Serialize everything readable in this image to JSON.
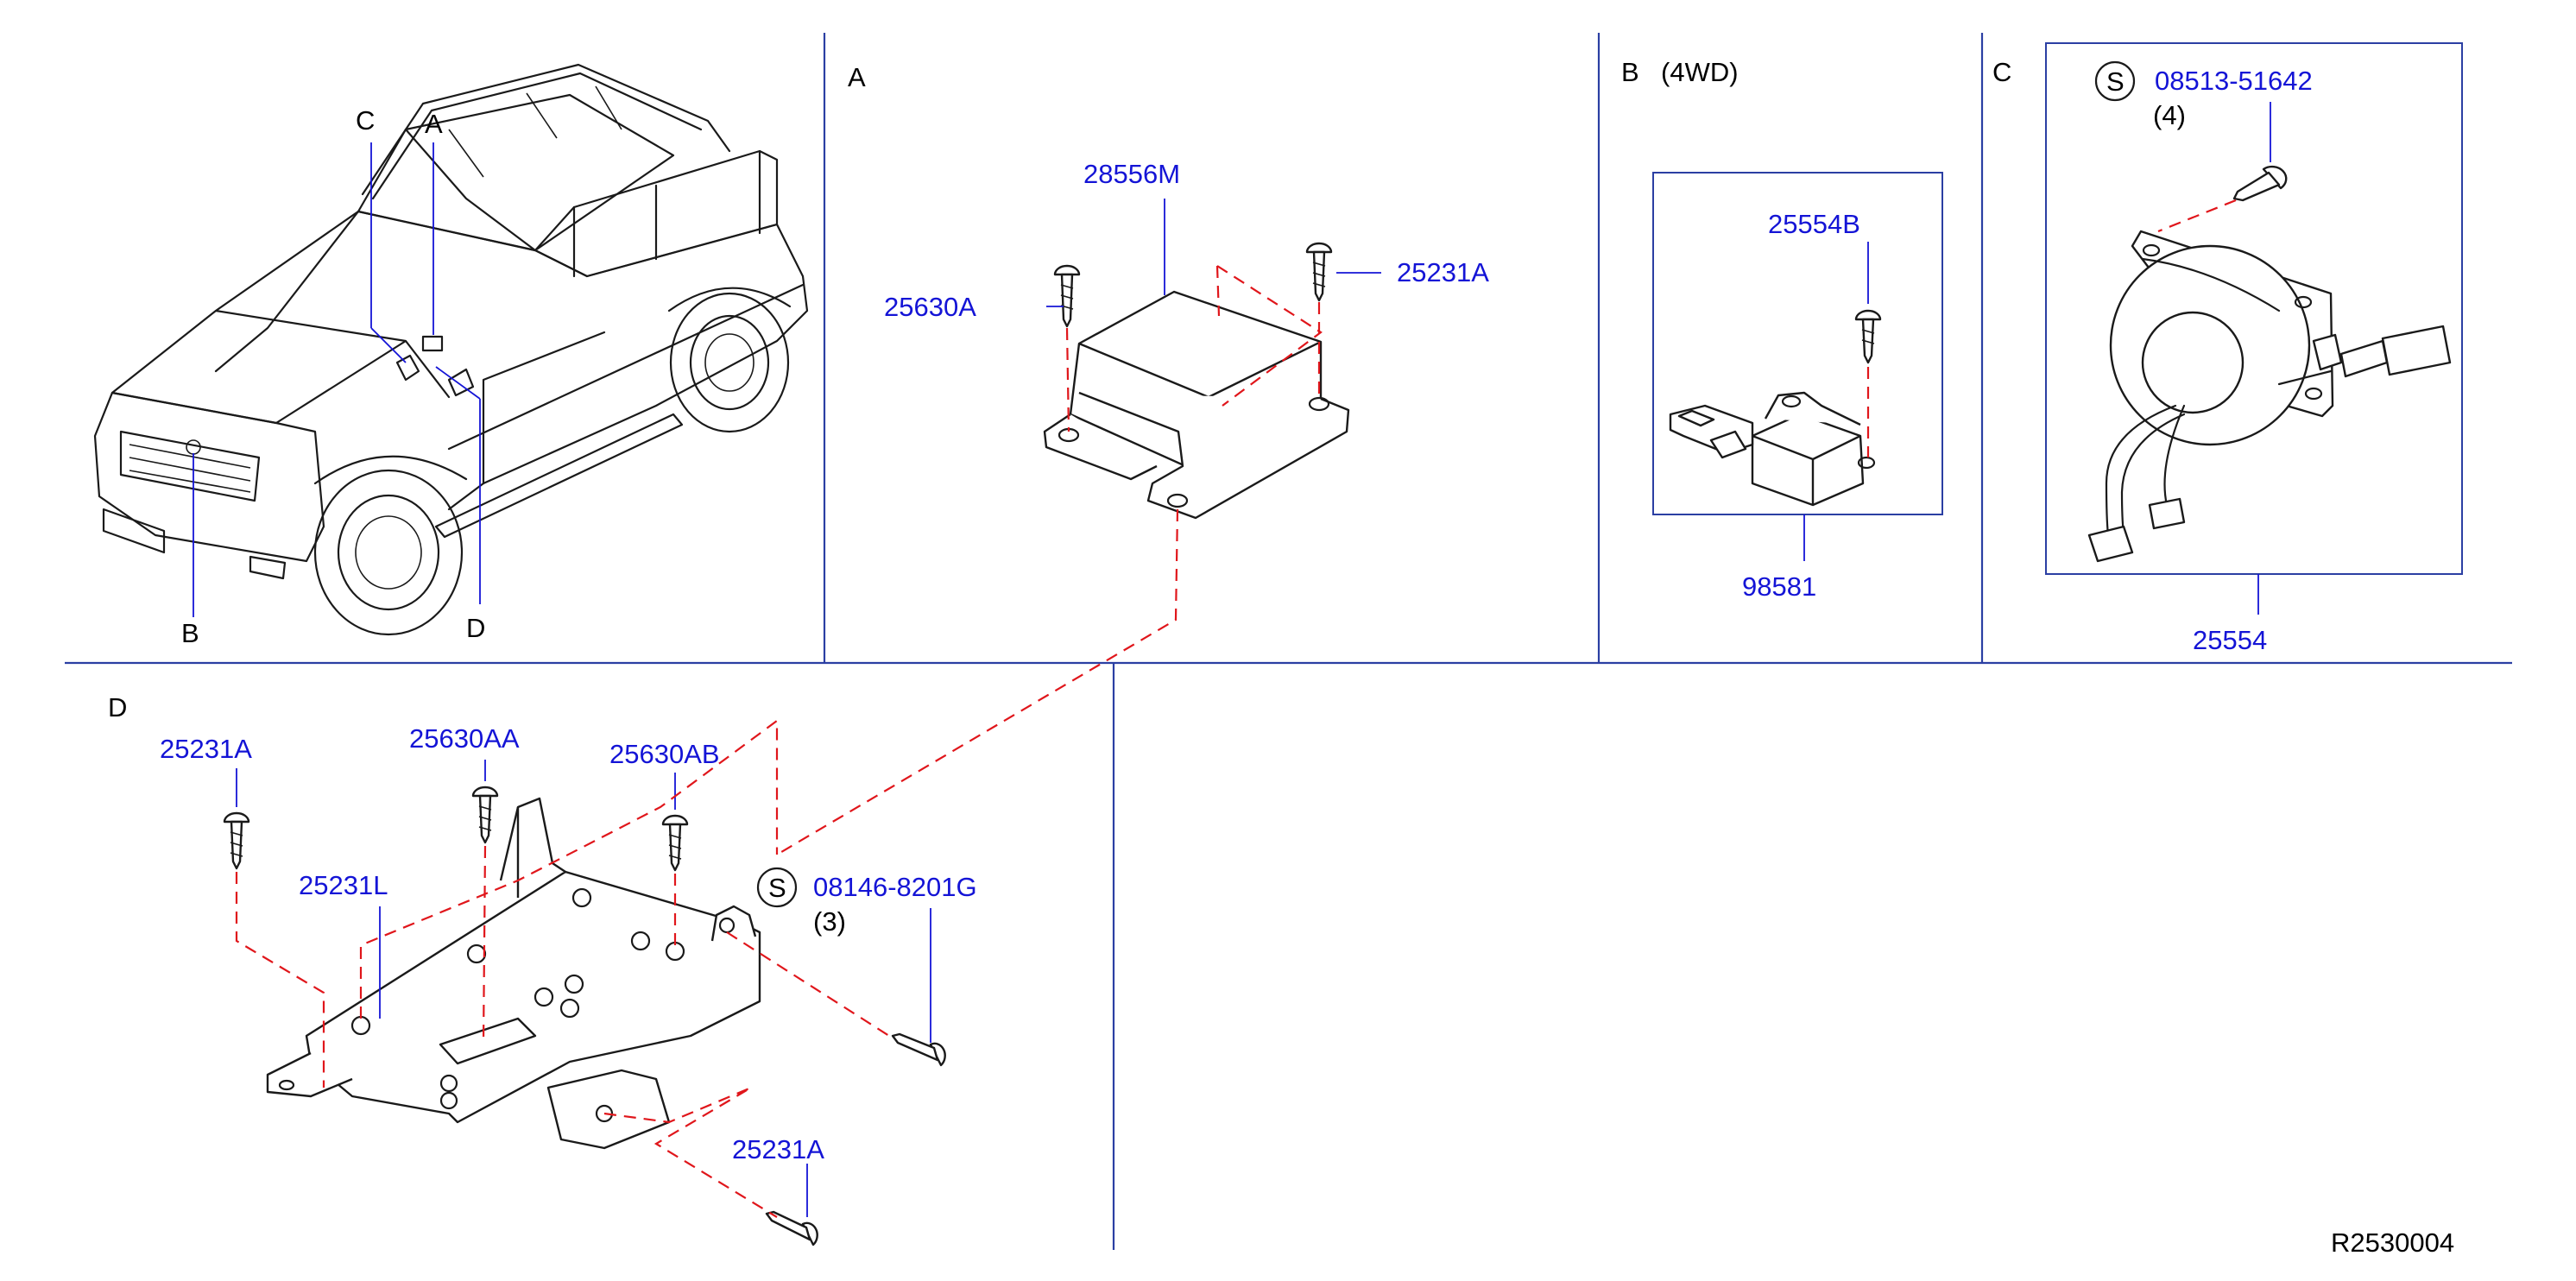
{
  "diagram_ref": "R2530004",
  "sections": {
    "overview": {
      "labels": [
        "C",
        "A",
        "B",
        "D"
      ]
    },
    "a": {
      "label": "A",
      "parts": [
        "28556M",
        "25630A",
        "25231A"
      ]
    },
    "b": {
      "label": "B",
      "variant": "(4WD)",
      "parts": [
        "25554B",
        "98581"
      ]
    },
    "c": {
      "label": "C",
      "std_mark": "S",
      "parts": [
        "08513-51642",
        "25554"
      ],
      "qty": "(4)"
    },
    "d": {
      "label": "D",
      "std_mark": "S",
      "parts": [
        "25231A",
        "25630AA",
        "25630AB",
        "25231L",
        "08146-8201G",
        "25231A"
      ],
      "qty": "(3)"
    }
  },
  "colors": {
    "part_number": "#1414d6",
    "divider": "#2b3fa3",
    "dashed_leader": "#e0161b",
    "outline": "#1a1a1a"
  }
}
